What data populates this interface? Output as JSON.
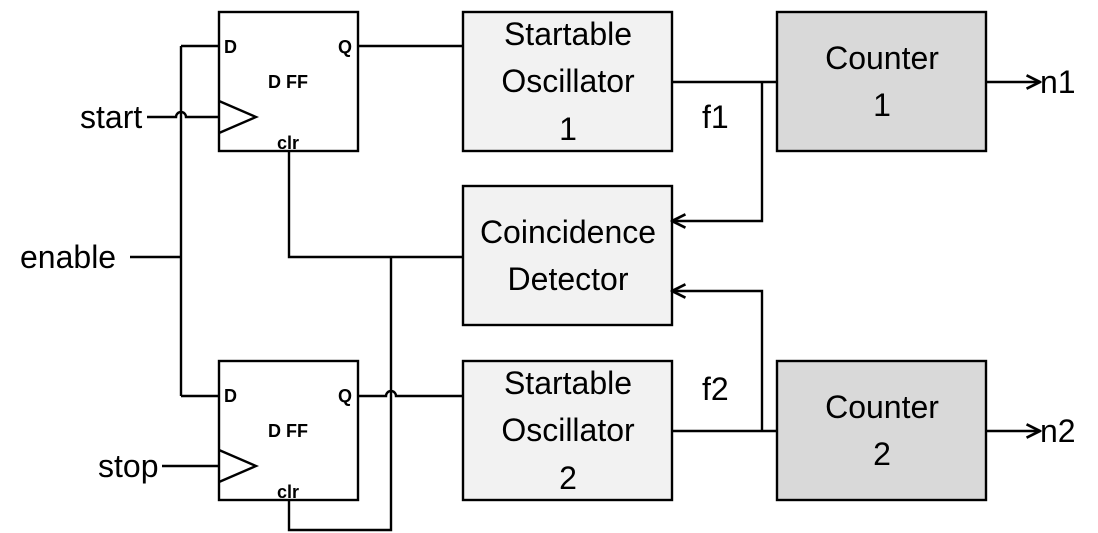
{
  "diagram": {
    "inputs": {
      "start": "start",
      "enable": "enable",
      "stop": "stop"
    },
    "outputs": {
      "n1": "n1",
      "n2": "n2"
    },
    "signals": {
      "f1": "f1",
      "f2": "f2"
    },
    "flipflop_top": {
      "d": "D",
      "q": "Q",
      "title": "D FF",
      "clr": "clr"
    },
    "flipflop_bottom": {
      "d": "D",
      "q": "Q",
      "title": "D FF",
      "clr": "clr"
    },
    "oscillator_1": {
      "line1": "Startable",
      "line2": "Oscillator",
      "line3": "1"
    },
    "oscillator_2": {
      "line1": "Startable",
      "line2": "Oscillator",
      "line3": "2"
    },
    "coincidence_detector": {
      "line1": "Coincidence",
      "line2": "Detector"
    },
    "counter_1": {
      "line1": "Counter",
      "line2": "1"
    },
    "counter_2": {
      "line1": "Counter",
      "line2": "2"
    },
    "colors": {
      "block_fill": "#f2f2f2",
      "counter_fill": "#d9d9d9",
      "line": "#000000"
    }
  }
}
